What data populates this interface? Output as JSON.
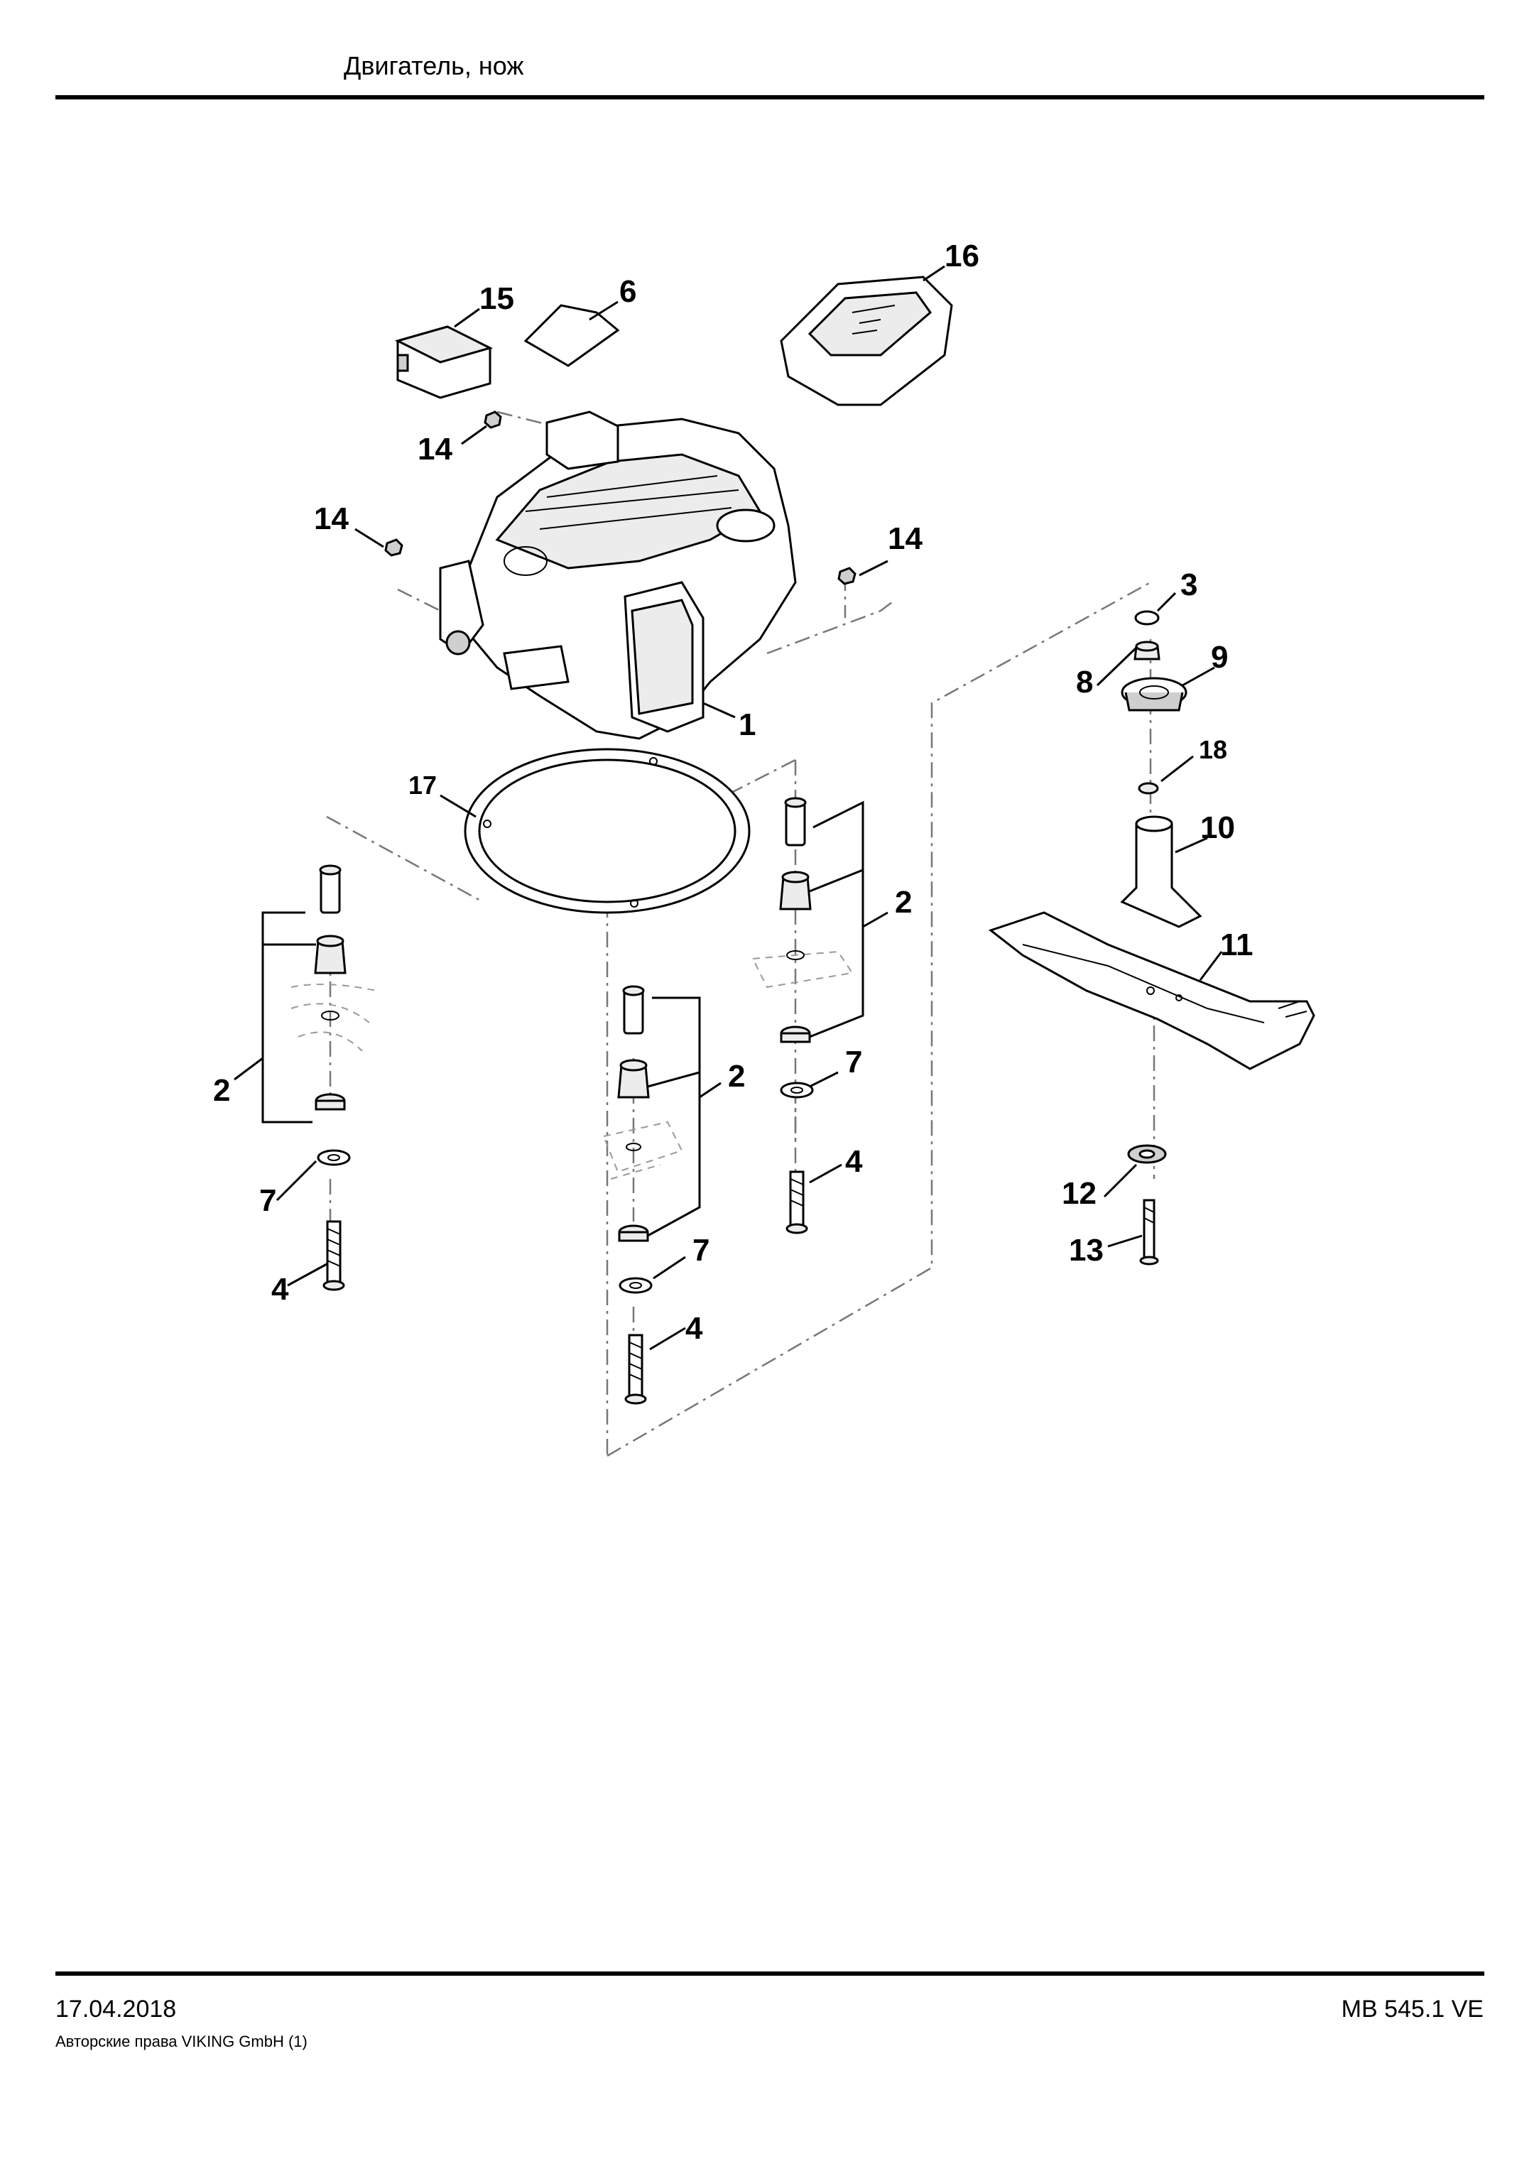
{
  "header": {
    "title": "Двигатель, нож"
  },
  "footer": {
    "date": "17.04.2018",
    "copyright": "Авторские права VIKING GmbH  (1)",
    "model": "MB 545.1 VE"
  },
  "callouts": {
    "c1": "1",
    "c2a": "2",
    "c2b": "2",
    "c2c": "2",
    "c3": "3",
    "c4a": "4",
    "c4b": "4",
    "c4c": "4",
    "c6": "6",
    "c7a": "7",
    "c7b": "7",
    "c7c": "7",
    "c8": "8",
    "c9": "9",
    "c10": "10",
    "c11": "11",
    "c12": "12",
    "c13": "13",
    "c14a": "14",
    "c14b": "14",
    "c14c": "14",
    "c15": "15",
    "c16": "16",
    "c17": "17",
    "c18": "18"
  }
}
